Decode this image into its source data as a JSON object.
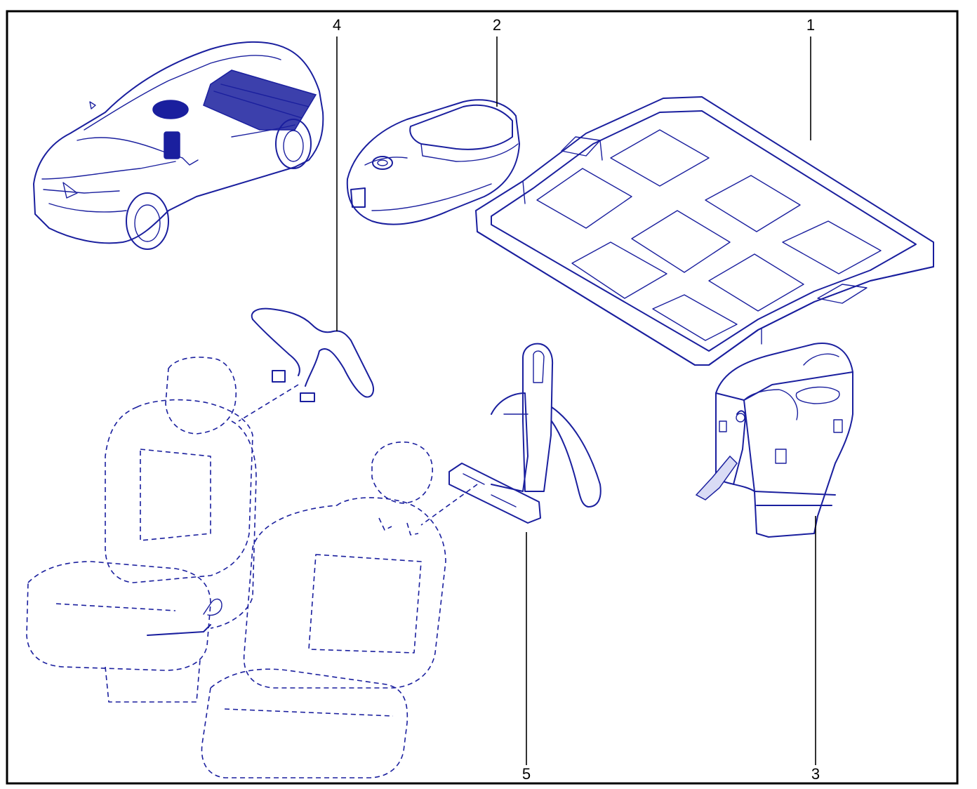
{
  "callouts": [
    {
      "label": "1"
    },
    {
      "label": "2"
    },
    {
      "label": "3"
    },
    {
      "label": "4"
    },
    {
      "label": "5"
    }
  ],
  "colors": {
    "line": "#1a1f9e",
    "frame": "#000000",
    "background": "#ffffff"
  }
}
